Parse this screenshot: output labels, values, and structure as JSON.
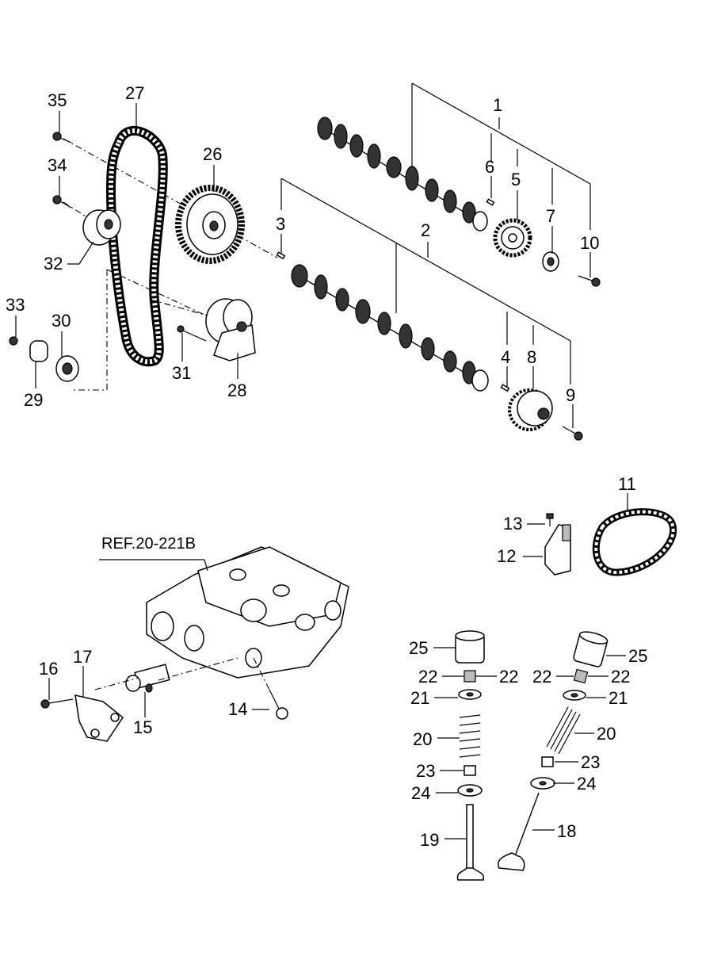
{
  "reference": "REF.20-221B",
  "callouts": [
    "1",
    "2",
    "3",
    "4",
    "5",
    "6",
    "7",
    "8",
    "9",
    "10",
    "11",
    "12",
    "13",
    "14",
    "15",
    "16",
    "17",
    "18",
    "19",
    "20",
    "20",
    "21",
    "21",
    "22",
    "22",
    "22",
    "22",
    "23",
    "23",
    "24",
    "24",
    "25",
    "25",
    "26",
    "27",
    "28",
    "29",
    "30",
    "31",
    "32",
    "33",
    "34",
    "35"
  ],
  "labels": {
    "c1": "1",
    "c2": "2",
    "c3": "3",
    "c4": "4",
    "c5": "5",
    "c6": "6",
    "c7": "7",
    "c8": "8",
    "c9": "9",
    "c10": "10",
    "c11": "11",
    "c12": "12",
    "c13": "13",
    "c14": "14",
    "c15": "15",
    "c16": "16",
    "c17": "17",
    "c18": "18",
    "c19": "19",
    "c20a": "20",
    "c20b": "20",
    "c21a": "21",
    "c21b": "21",
    "c22a": "22",
    "c22b": "22",
    "c22c": "22",
    "c22d": "22",
    "c23a": "23",
    "c23b": "23",
    "c24a": "24",
    "c24b": "24",
    "c25a": "25",
    "c25b": "25",
    "c26": "26",
    "c27": "27",
    "c28": "28",
    "c29": "29",
    "c30": "30",
    "c31": "31",
    "c32": "32",
    "c33": "33",
    "c34": "34",
    "c35": "35"
  }
}
